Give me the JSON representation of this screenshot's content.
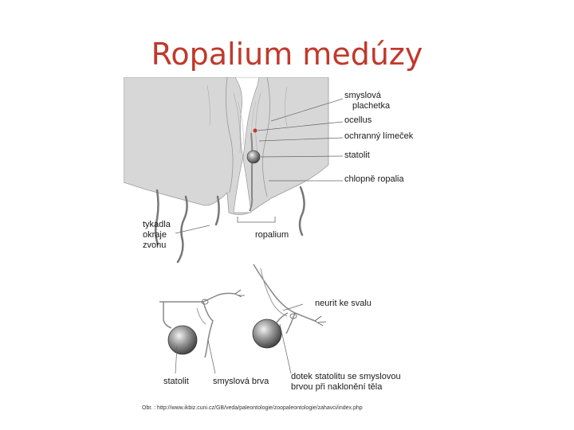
{
  "slide": {
    "title": "Ropalium medúzy",
    "source": "Obr. : http://www.ikbiz.cuni.cz/GB/veda/paleontologie/zoopaleontologie/zahavci/index.php"
  },
  "figure": {
    "labels": {
      "smyslova_plachetka_1": "smyslová",
      "smyslova_plachetka_2": "plachetka",
      "ocellus": "ocellus",
      "ochranny_limecek": "ochranný límeček",
      "statolit_top": "statolit",
      "chlopne_ropalia": "chlopně ropalia",
      "tykadla_1": "tykadla",
      "tykadla_2": "okraje",
      "tykadla_3": "zvonu",
      "ropalium": "ropalium",
      "neurit": "neurit ke svalu",
      "statolit_bottom": "statolit",
      "smyslova_brva": "smyslová brva",
      "dotek_1": "dotek statolitu se smyslovou",
      "dotek_2": "brvou při naklonění těla"
    },
    "colors": {
      "tissue": "#d7d7d7",
      "background": "#ffffff",
      "outline": "#888888",
      "label_text": "#1a1a1a",
      "ocellus": "#c0392b",
      "title": "#c0392b"
    }
  }
}
